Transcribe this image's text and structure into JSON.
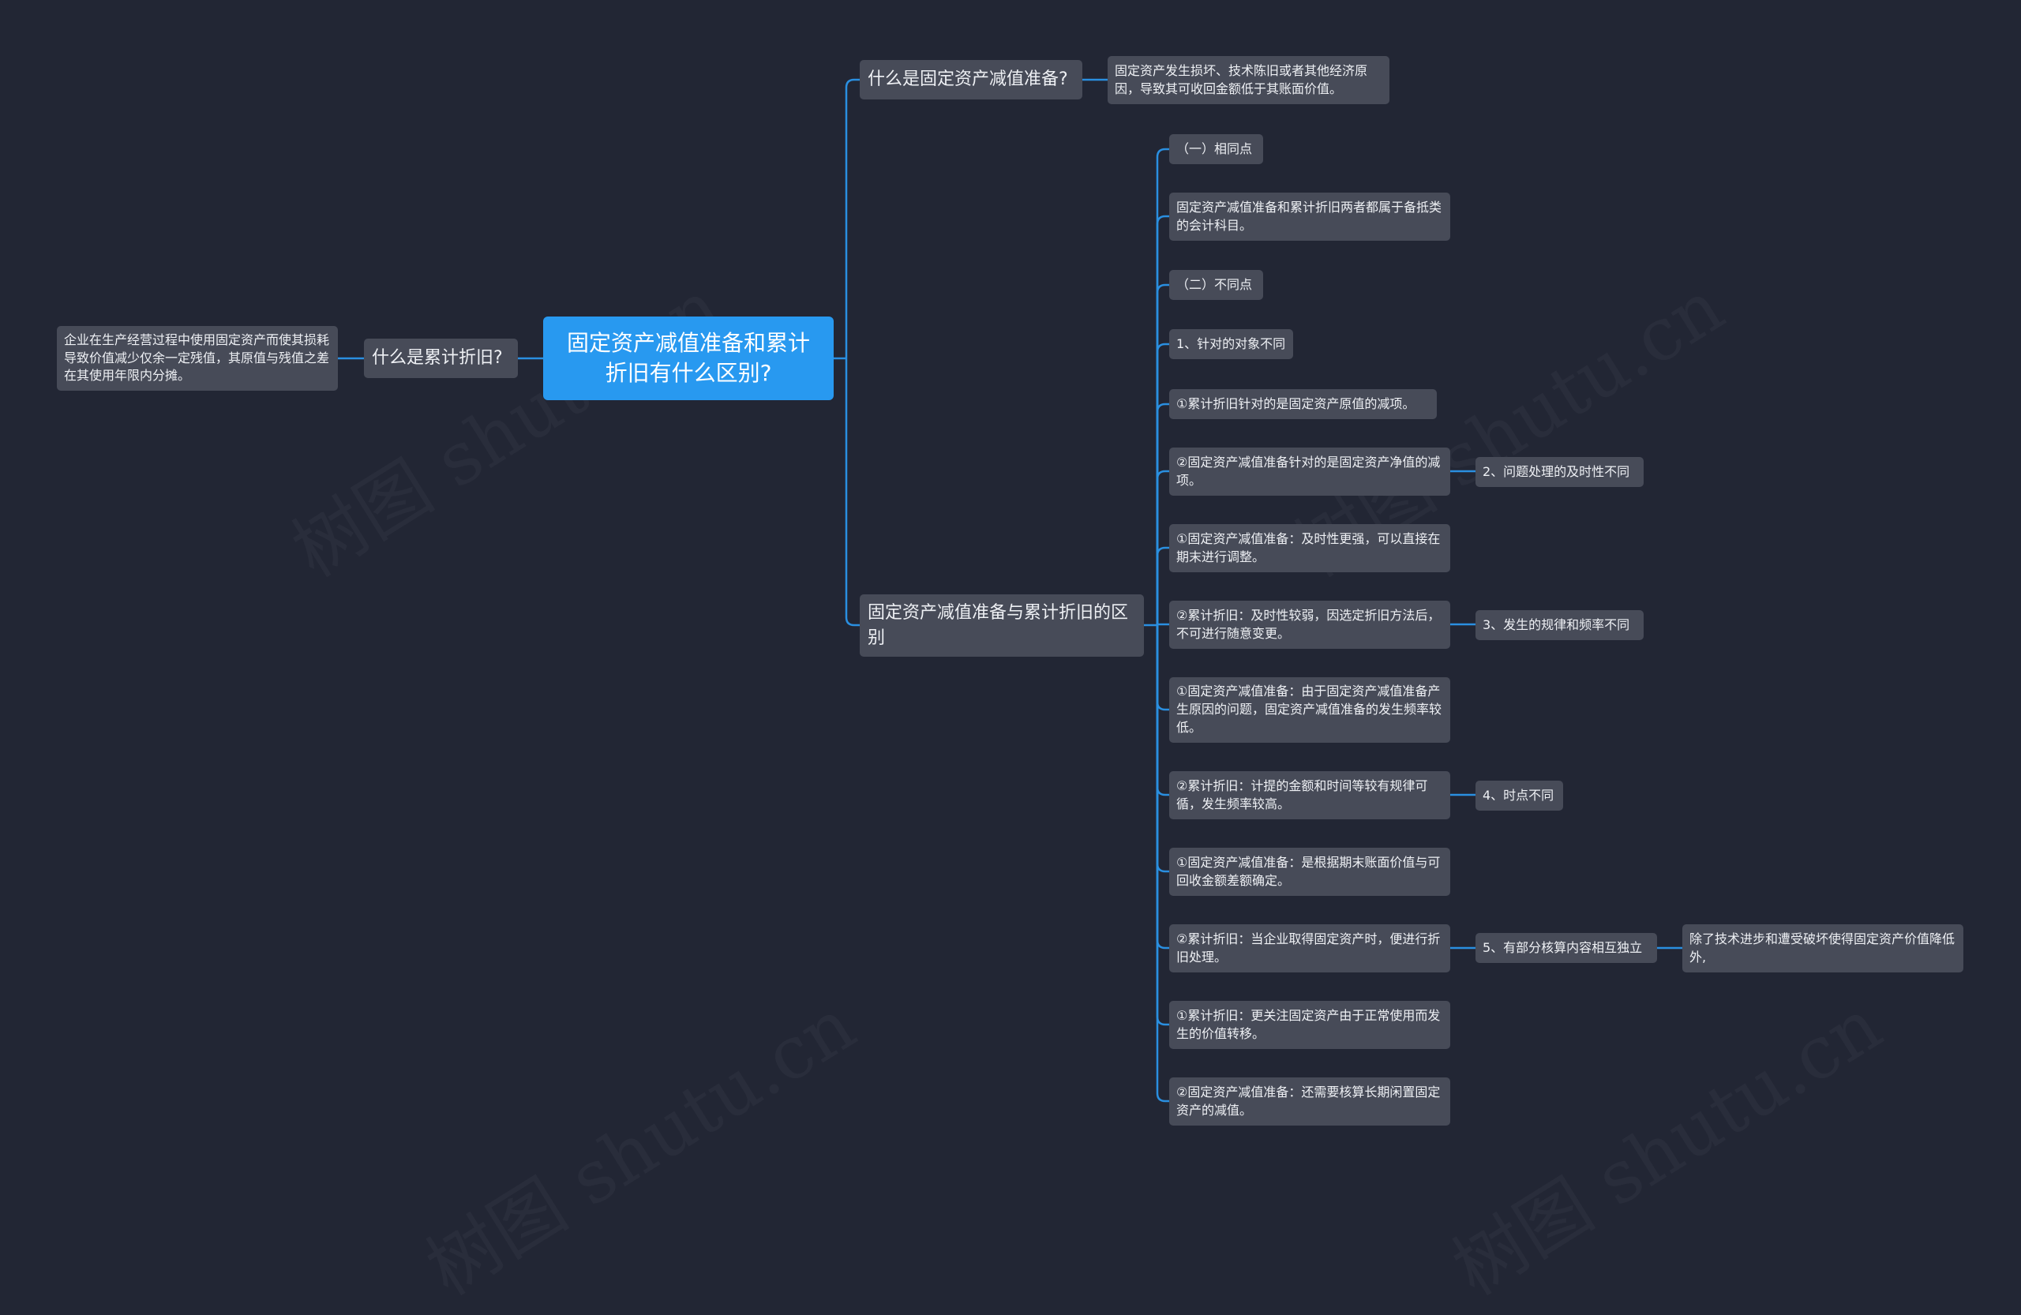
{
  "root": {
    "title": "固定资产减值准备和累计折旧有什么区别?"
  },
  "left": {
    "q": "什么是累计折旧?",
    "a": "企业在生产经营过程中使用固定资产而使其损耗导致价值减少仅余一定残值，其原值与残值之差在其使用年限内分摊。"
  },
  "right1": {
    "q": "什么是固定资产减值准备?",
    "a": "固定资产发生损坏、技术陈旧或者其他经济原因，导致其可收回金额低于其账面价值。"
  },
  "right2": {
    "title": "固定资产减值准备与累计折旧的区别",
    "items": [
      "（一）相同点",
      "固定资产减值准备和累计折旧两者都属于备抵类的会计科目。",
      "（二）不同点",
      "1、针对的对象不同",
      "①累计折旧针对的是固定资产原值的减项。",
      "②固定资产减值准备针对的是固定资产净值的减项。",
      "①固定资产减值准备：及时性更强，可以直接在期末进行调整。",
      "②累计折旧：及时性较弱，因选定折旧方法后，不可进行随意变更。",
      "①固定资产减值准备：由于固定资产减值准备产生原因的问题，固定资产减值准备的发生频率较低。",
      "②累计折旧：计提的金额和时间等较有规律可循，发生频率较高。",
      "①固定资产减值准备：是根据期末账面价值与可回收金额差额确定。",
      "②累计折旧：当企业取得固定资产时，便进行折旧处理。",
      "①累计折旧：更关注固定资产由于正常使用而发生的价值转移。",
      "②固定资产减值准备：还需要核算长期闲置固定资产的减值。"
    ],
    "sub": [
      "2、问题处理的及时性不同",
      "3、发生的规律和频率不同",
      "4、时点不同",
      "5、有部分核算内容相互独立"
    ],
    "subsub": "除了技术进步和遭受破坏使得固定资产价值降低外,"
  },
  "watermark": "树图 shutu.cn",
  "colors": {
    "background": "#222634",
    "node": "#474b58",
    "root": "#2899f0",
    "link": "#2a8fe0"
  }
}
